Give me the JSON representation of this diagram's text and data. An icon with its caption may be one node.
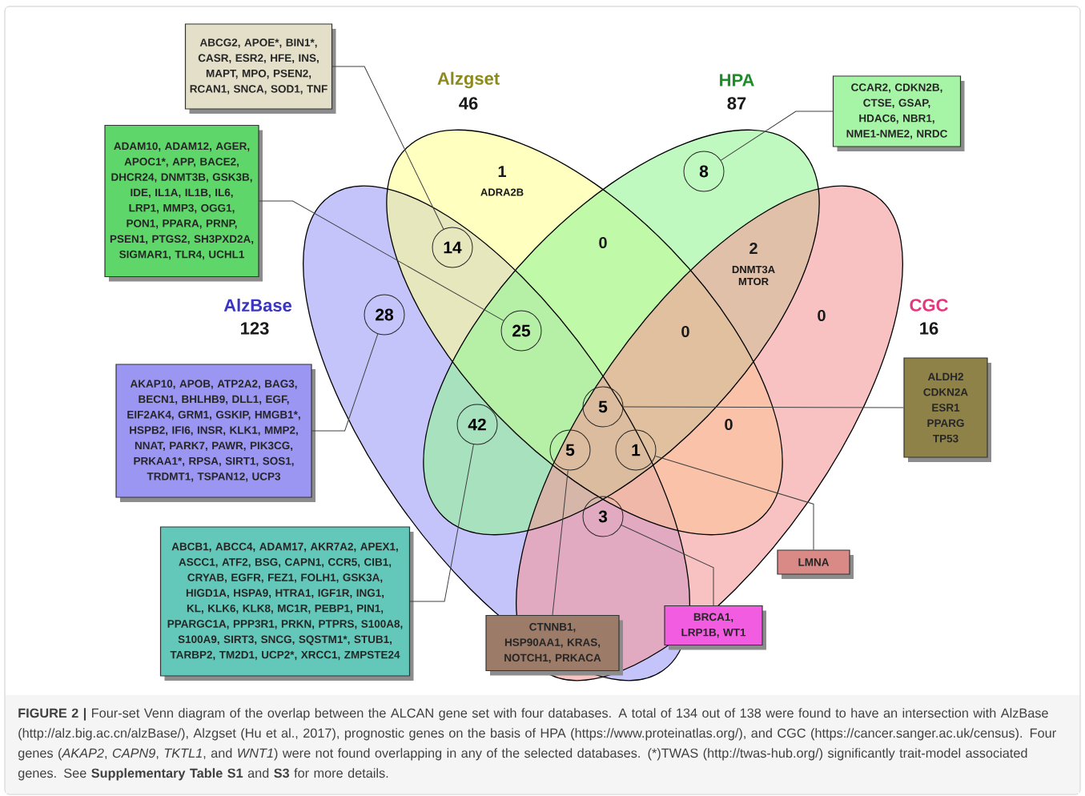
{
  "diagram": {
    "caption": "**FIGURE 2 |** Four-set Venn diagram of the overlap between the ALCAN gene set with four databases. A total of 134 out of 138 were found to have an intersection with AlzBase (http://alz.big.ac.cn/alzBase/), Alzgset (Hu et al., 2017), prognostic genes on the basis of HPA (https://www.proteinatlas.org/), and CGC (https://cancer.sanger.ac.uk/census). Four genes (*AKAP2*, *CAPN9*, *TKTL1*, and *WNT1*) were not found overlapping in any of the selected databases. (*)TWAS (http://twas-hub.org/) significantly trait-model associated genes. See **Supplementary Table S1** and **S3** for more details.",
    "nodes": [
      {
        "text": [
          "ABCG2, APOE*, BIN1*, CASR, ESR2, HFE, INS, MAPT, MPO, PSEN2, RCAN1, SNCA, SOD1, TNF"
        ]
      },
      {
        "text": [
          "ADAM10, ADAM12, AGER, APOC1*, APP, BACE2, DHCR24, DNMT3B, GSK3B, IDE, IL1A, IL1B, IL6, LRP1, MMP3, OGG1, PON1, PPARA, PRNP, PSEN1, PTGS2, SH3PXD2A, SIGMAR1, TLR4, UCHL1"
        ]
      },
      {
        "text": [
          "CCAR2, CDKN2B, CTSE, GSAP, HDAC6, NBR1, NME1-NME2, NRDC"
        ]
      },
      {
        "text": [
          "AKAP10, APOB, ATP2A2, BAG3, BECN1, BHLHB9, DLL1, EGF, EIF2AK4, GRM1, GSKIP, HMGB1*, HSPB2, IFI6, INSR, KLK1, MMP2, NNAT, PARK7, PAWR, PIK3CG, PRKAA1*, RPSA, SIRT1, SOS1, TRDMT1, TSPAN12, UCP3"
        ]
      },
      {
        "text": [
          "ALDH2 CDKN2A ESR1 PPARG TP53"
        ]
      },
      {
        "text": [
          "ABCB1, ABCC4, ADAM17, AKR7A2, APEX1, ASCC1, ATF2, BSG, CAPN1, CCR5, CIB1, CRYAB, EGFR, FEZ1, FOLH1, GSK3A, HIGD1A, HSPA9, HTRA1, IGF1R, ING1, KL, KLK6, KLK8, MC1R, PEBP1, PIN1, PPARGC1A, PPP3R1, PRKN, PTPRS, S100A8, S100A9, SIRT3, SNCG, SQSTM1*, STUB1, TARBP2, TM2D1, UCP2*, XRCC1, ZMPSTE24"
        ]
      },
      {
        "text": [
          "LMNA"
        ]
      },
      {
        "text": [
          "BRCA1, LRP1B, WT1"
        ]
      },
      {
        "text": [
          "CTNNB1, HSP90AA1, KRAS, NOTCH1, PRKACA"
        ]
      },
      {
        "text": [
          "8"
        ]
      },
      {
        "text": [
          "14"
        ]
      },
      {
        "text": [
          "28"
        ]
      },
      {
        "text": [
          "25"
        ]
      },
      {
        "text": [
          "5"
        ]
      },
      {
        "text": [
          "42"
        ]
      },
      {
        "text": [
          "5"
        ]
      },
      {
        "text": [
          "1"
        ]
      },
      {
        "text": [
          "3"
        ]
      }
    ],
    "edges": [
      {
        "from": 0,
        "to": 10,
        "arrow": "none"
      },
      {
        "from": 1,
        "to": 12,
        "arrow": "none"
      },
      {
        "from": 2,
        "to": 9,
        "arrow": "none"
      },
      {
        "from": 3,
        "to": 11,
        "arrow": "none"
      },
      {
        "from": 4,
        "to": 13,
        "arrow": "none"
      },
      {
        "from": 5,
        "to": 14,
        "arrow": "none"
      },
      {
        "from": 6,
        "to": 16,
        "arrow": "none"
      },
      {
        "from": 7,
        "to": 17,
        "arrow": "none"
      },
      {
        "from": 8,
        "to": 15,
        "arrow": "none"
      }
    ],
    "labels": [
      "Alzgset",
      "46",
      "HPA",
      "87",
      "1",
      "ADRA2B",
      "0",
      "2",
      "DNMT3A MTOR",
      "AlzBase",
      "CGC",
      "0",
      "123",
      "16",
      "0",
      "0"
    ]
  }
}
